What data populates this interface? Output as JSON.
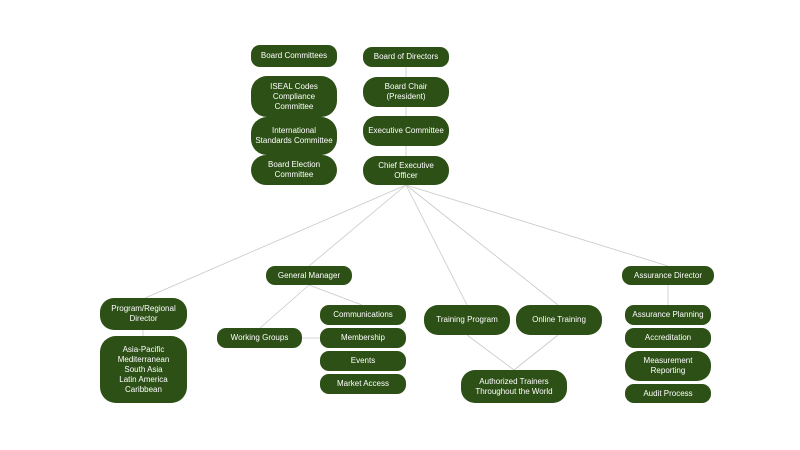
{
  "diagram": {
    "nodes": {
      "board_committees": "Board Committees",
      "iseal": "ISEAL Codes\nCompliance\nCommittee",
      "international": "International\nStandards Committee",
      "board_election": "Board Election\nCommittee",
      "board_of_directors": "Board of Directors",
      "board_chair": "Board Chair\n(President)",
      "executive_committee": "Executive Committee",
      "ceo": "Chief Executive Officer",
      "general_manager": "General Manager",
      "assurance_director": "Assurance Director",
      "program_regional_director": "Program/Regional\nDirector",
      "regions": "Asia-Pacific\nMediterranean\nSouth Asia\nLatin America\nCaribbean",
      "working_groups": "Working Groups",
      "communications": "Communications",
      "membership": "Membership",
      "events": "Events",
      "market_access": "Market Access",
      "training_program": "Training Program",
      "online_training": "Online Training",
      "authorized_trainers": "Authorized Trainers\nThroughout the World",
      "assurance_planning": "Assurance Planning",
      "accreditation": "Accreditation",
      "measurement_reporting": "Measurement\nReporting",
      "audit_process": "Audit Process"
    },
    "colors": {
      "node_fill": "#2d5016",
      "node_text": "#ffffff",
      "connector": "#c8c8c8"
    }
  }
}
